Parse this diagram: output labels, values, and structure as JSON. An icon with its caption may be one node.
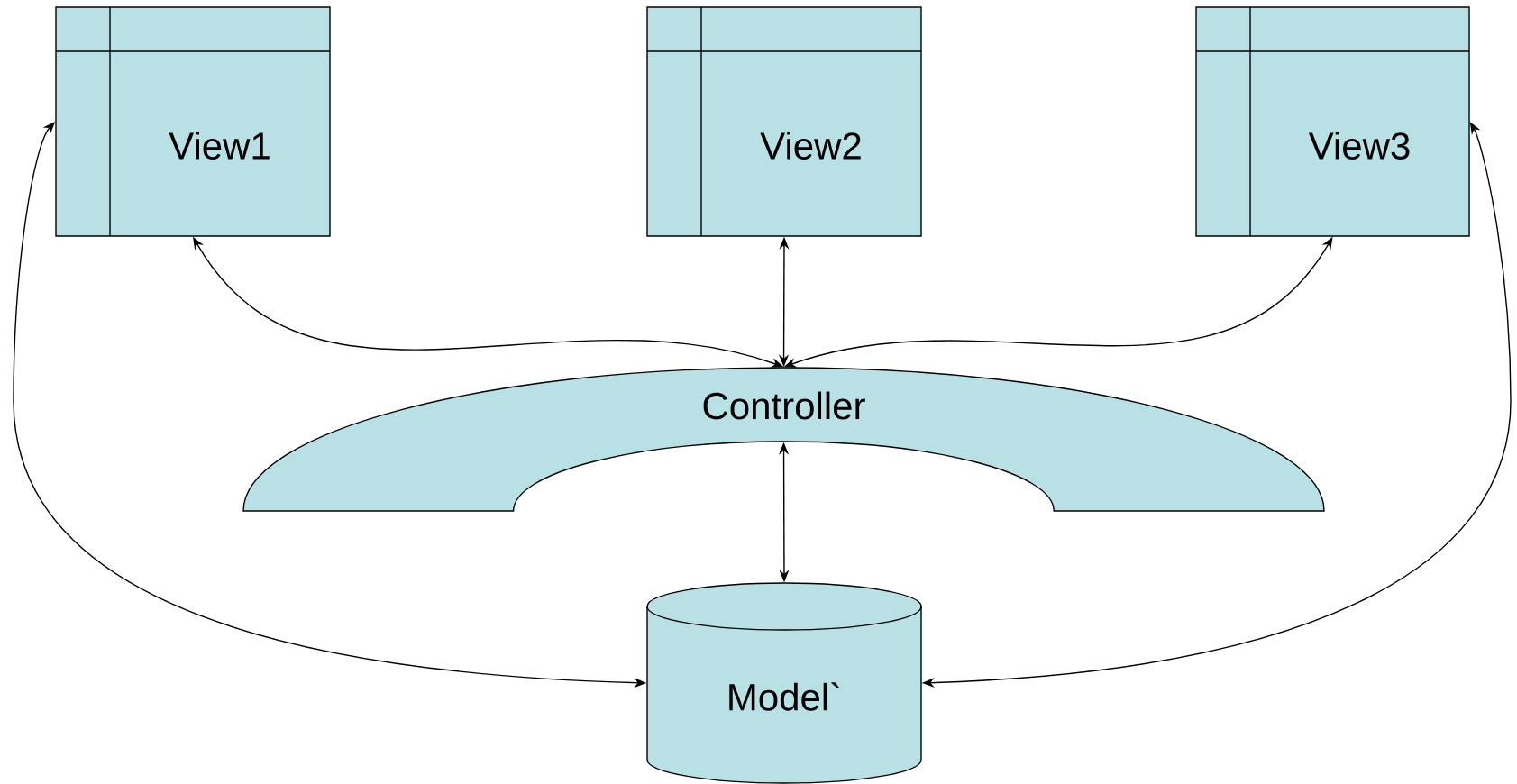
{
  "diagram": {
    "nodes": [
      {
        "text": [
          "View1"
        ]
      },
      {
        "text": [
          "View2"
        ]
      },
      {
        "text": [
          "View3"
        ]
      },
      {
        "text": [
          "Controller"
        ]
      },
      {
        "text": [
          "Model`"
        ]
      }
    ],
    "edges": [
      {
        "from": 3,
        "to": 0,
        "arrow": "both"
      },
      {
        "from": 3,
        "to": 1,
        "arrow": "both"
      },
      {
        "from": 3,
        "to": 2,
        "arrow": "both"
      },
      {
        "from": 3,
        "to": 4,
        "arrow": "both"
      },
      {
        "from": 4,
        "to": 0,
        "arrow": "both"
      },
      {
        "from": 4,
        "to": 2,
        "arrow": "both"
      }
    ]
  }
}
